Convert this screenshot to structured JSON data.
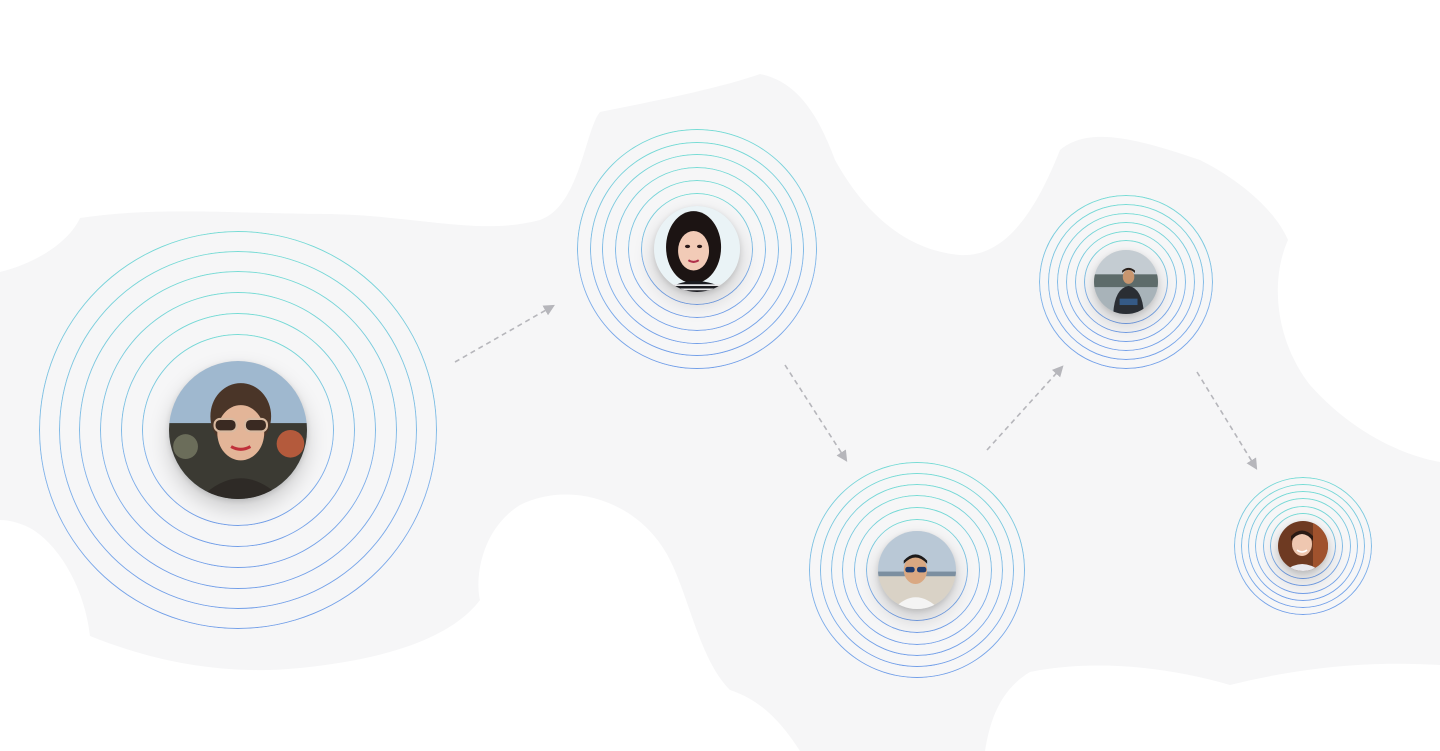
{
  "colors": {
    "background": "#ffffff",
    "blob": "#f6f6f7",
    "ring_top": "#5fd7cf",
    "ring_bottom": "#5b8fe6",
    "arrow": "#b6b6bb"
  },
  "nodes": [
    {
      "name": "person-sunglasses-woman",
      "icon": "user-avatar-icon"
    },
    {
      "name": "person-dark-hair-woman",
      "icon": "user-avatar-icon"
    },
    {
      "name": "person-sunglasses-man",
      "icon": "user-avatar-icon"
    },
    {
      "name": "person-lakeside-man",
      "icon": "user-avatar-icon"
    },
    {
      "name": "person-smiling-man",
      "icon": "user-avatar-icon"
    }
  ]
}
